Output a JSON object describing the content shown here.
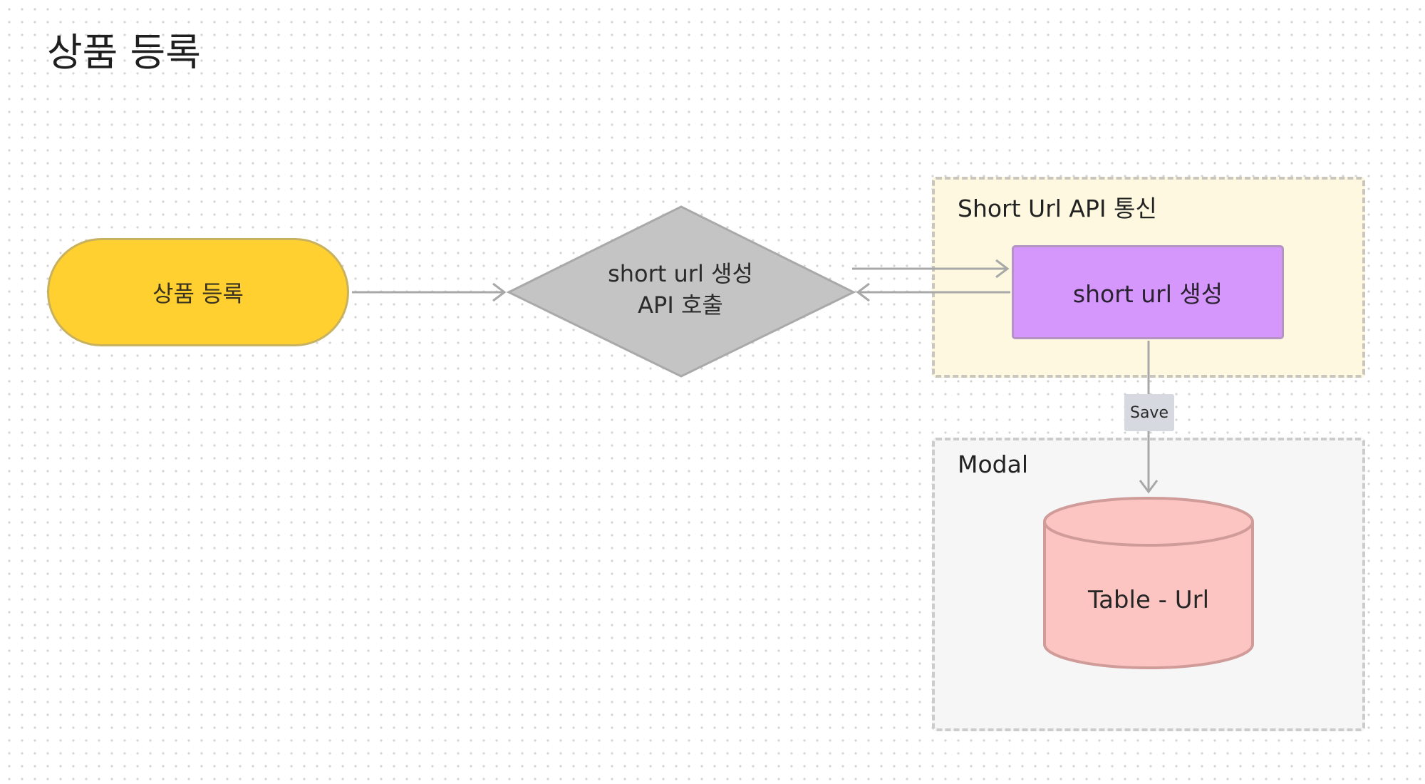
{
  "page": {
    "title": "상품 등록"
  },
  "groups": {
    "api": {
      "label": "Short Url API 통신"
    },
    "modal": {
      "label": "Modal"
    }
  },
  "nodes": {
    "start": {
      "label": "상품 등록",
      "color": "#ffd02f"
    },
    "decision": {
      "line1": "short url 생성",
      "line2": "API 호출",
      "color": "#c4c4c4"
    },
    "process": {
      "label": "short url 생성",
      "color": "#d697fc"
    },
    "database": {
      "label": "Table - Url",
      "color": "#fdc5c1"
    }
  },
  "edges": {
    "save": {
      "label": "Save"
    }
  }
}
